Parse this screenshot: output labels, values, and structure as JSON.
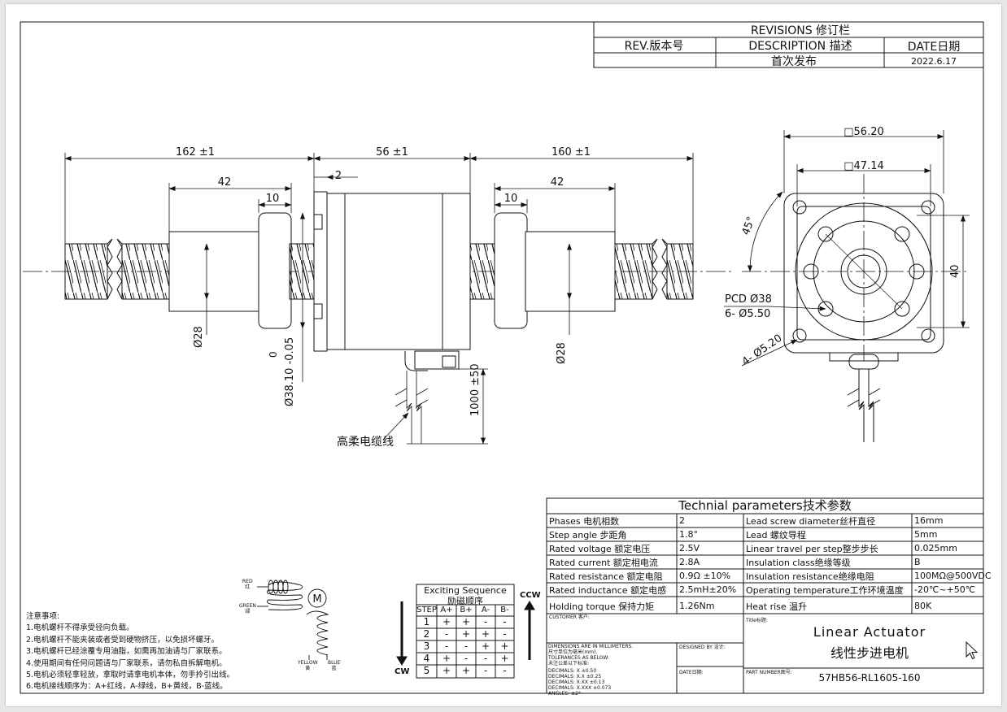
{
  "revisions": {
    "title": "REVISIONS 修订栏",
    "rev_header": "REV.版本号",
    "desc_header": "DESCRIPTION 描述",
    "date_header": "DATE日期",
    "desc_value": "首次发布",
    "date_value": "2022.6.17"
  },
  "dims": {
    "left_len": "162 ±1",
    "motor_len": "56 ±1",
    "right_len": "160 ±1",
    "left_nut": "42",
    "right_nut": "42",
    "left_flange": "10",
    "right_flange": "10",
    "gap": "2",
    "dia_left": "Ø28",
    "dia_right": "Ø28",
    "dia_pilot": "Ø38.10 -0.05",
    "dia_pilot_zero": "0",
    "cable_len": "1000 ±50",
    "cable_label": "高柔电缆线",
    "square_outer": "□56.20",
    "square_inner": "□47.14",
    "angle": "45°",
    "pcd": "PCD Ø38",
    "holes6": "6- Ø5.50",
    "holes4": "4- Ø5.20",
    "height40": "40"
  },
  "params": {
    "title": "Technial parameters技术参数",
    "rows": [
      {
        "k1": "Phases 电机相数",
        "v1": "2",
        "k2": "Lead screw diameter丝杆直径",
        "v2": "16mm"
      },
      {
        "k1": "Step angle 步距角",
        "v1": "1.8°",
        "k2": "Lead 螺纹导程",
        "v2": "5mm"
      },
      {
        "k1": "Rated voltage 额定电压",
        "v1": "2.5V",
        "k2": "Linear travel per step整步步长",
        "v2": "0.025mm"
      },
      {
        "k1": "Rated current 额定相电流",
        "v1": "2.8A",
        "k2": "Insulation class绝缘等级",
        "v2": "B"
      },
      {
        "k1": "Rated resistance 额定电阻",
        "v1": "0.9Ω ±10%",
        "k2": "Insulation resistance绝缘电阻",
        "v2": "100MΩ@500VDC"
      },
      {
        "k1": "Rated inductance 额定电感",
        "v1": "2.5mH±20%",
        "k2": "Operating temperature工作环境温度",
        "v2": "-20℃~+50℃"
      },
      {
        "k1": "Holding torque 保持力矩",
        "v1": "1.26Nm",
        "k2": "Heat rise 温升",
        "v2": "80K"
      }
    ]
  },
  "titleblock": {
    "customer": "CUSTOMER 客户:",
    "title_label": "Title标题:",
    "title_en": "Linear Actuator",
    "title_cn": "线性步进电机",
    "designed_by": "DESIGNED BY 设计:",
    "date_label": "DATE日期:",
    "part_label": "PART NUMBER图号:",
    "part_number": "57HB56-RL1605-160",
    "dims_note": [
      "DIMENSIONS ARE IN MILLIMETERS.",
      "尺寸单位为毫米(mm).",
      "TOLERANCES AS BELOW:",
      "未注公差以下标准:"
    ],
    "tolerances": [
      "DECIMALS: X    ±0.50",
      "DECIMALS: X.X   ±0.25",
      "DECIMALS: X.XX  ±0.13",
      "DECIMALS: X.XXX ±0.073",
      "ANGLES:  ±2°"
    ]
  },
  "sequence": {
    "title_en": "Exciting Sequence",
    "title_cn": "励磁顺序",
    "headers": [
      "STEP",
      "A+",
      "B+",
      "A-",
      "B-"
    ],
    "rows": [
      [
        "1",
        "+",
        "+",
        "-",
        "-"
      ],
      [
        "2",
        "-",
        "+",
        "+",
        "-"
      ],
      [
        "3",
        "-",
        "-",
        "+",
        "+"
      ],
      [
        "4",
        "+",
        "-",
        "-",
        "+"
      ],
      [
        "5",
        "+",
        "+",
        "-",
        "-"
      ]
    ],
    "cw": "CW",
    "ccw": "CCW"
  },
  "wiring": {
    "motor": "M",
    "red_en": "RED",
    "red_cn": "红",
    "green_en": "GREEN",
    "green_cn": "绿",
    "yellow_en": "YELLOW",
    "yellow_cn": "黄",
    "blue_en": "BLUE",
    "blue_cn": "蓝"
  },
  "notes": {
    "title": "注意事项:",
    "items": [
      "1.电机螺杆不得承受径向负载。",
      "2.电机螺杆不能夹装或者受到硬物挤压，以免损坏螺牙。",
      "3.电机螺杆已经涂覆专用油脂，如需再加油请与厂家联系。",
      "4.使用期间有任何问题请与厂家联系，请勿私自拆解电机。",
      "5.电机必须轻拿轻放，拿取时请拿电机本体，勿手拎引出线。",
      "6.电机接线顺序为：A+红线，A-绿线，B+黄线，B-蓝线。"
    ]
  }
}
